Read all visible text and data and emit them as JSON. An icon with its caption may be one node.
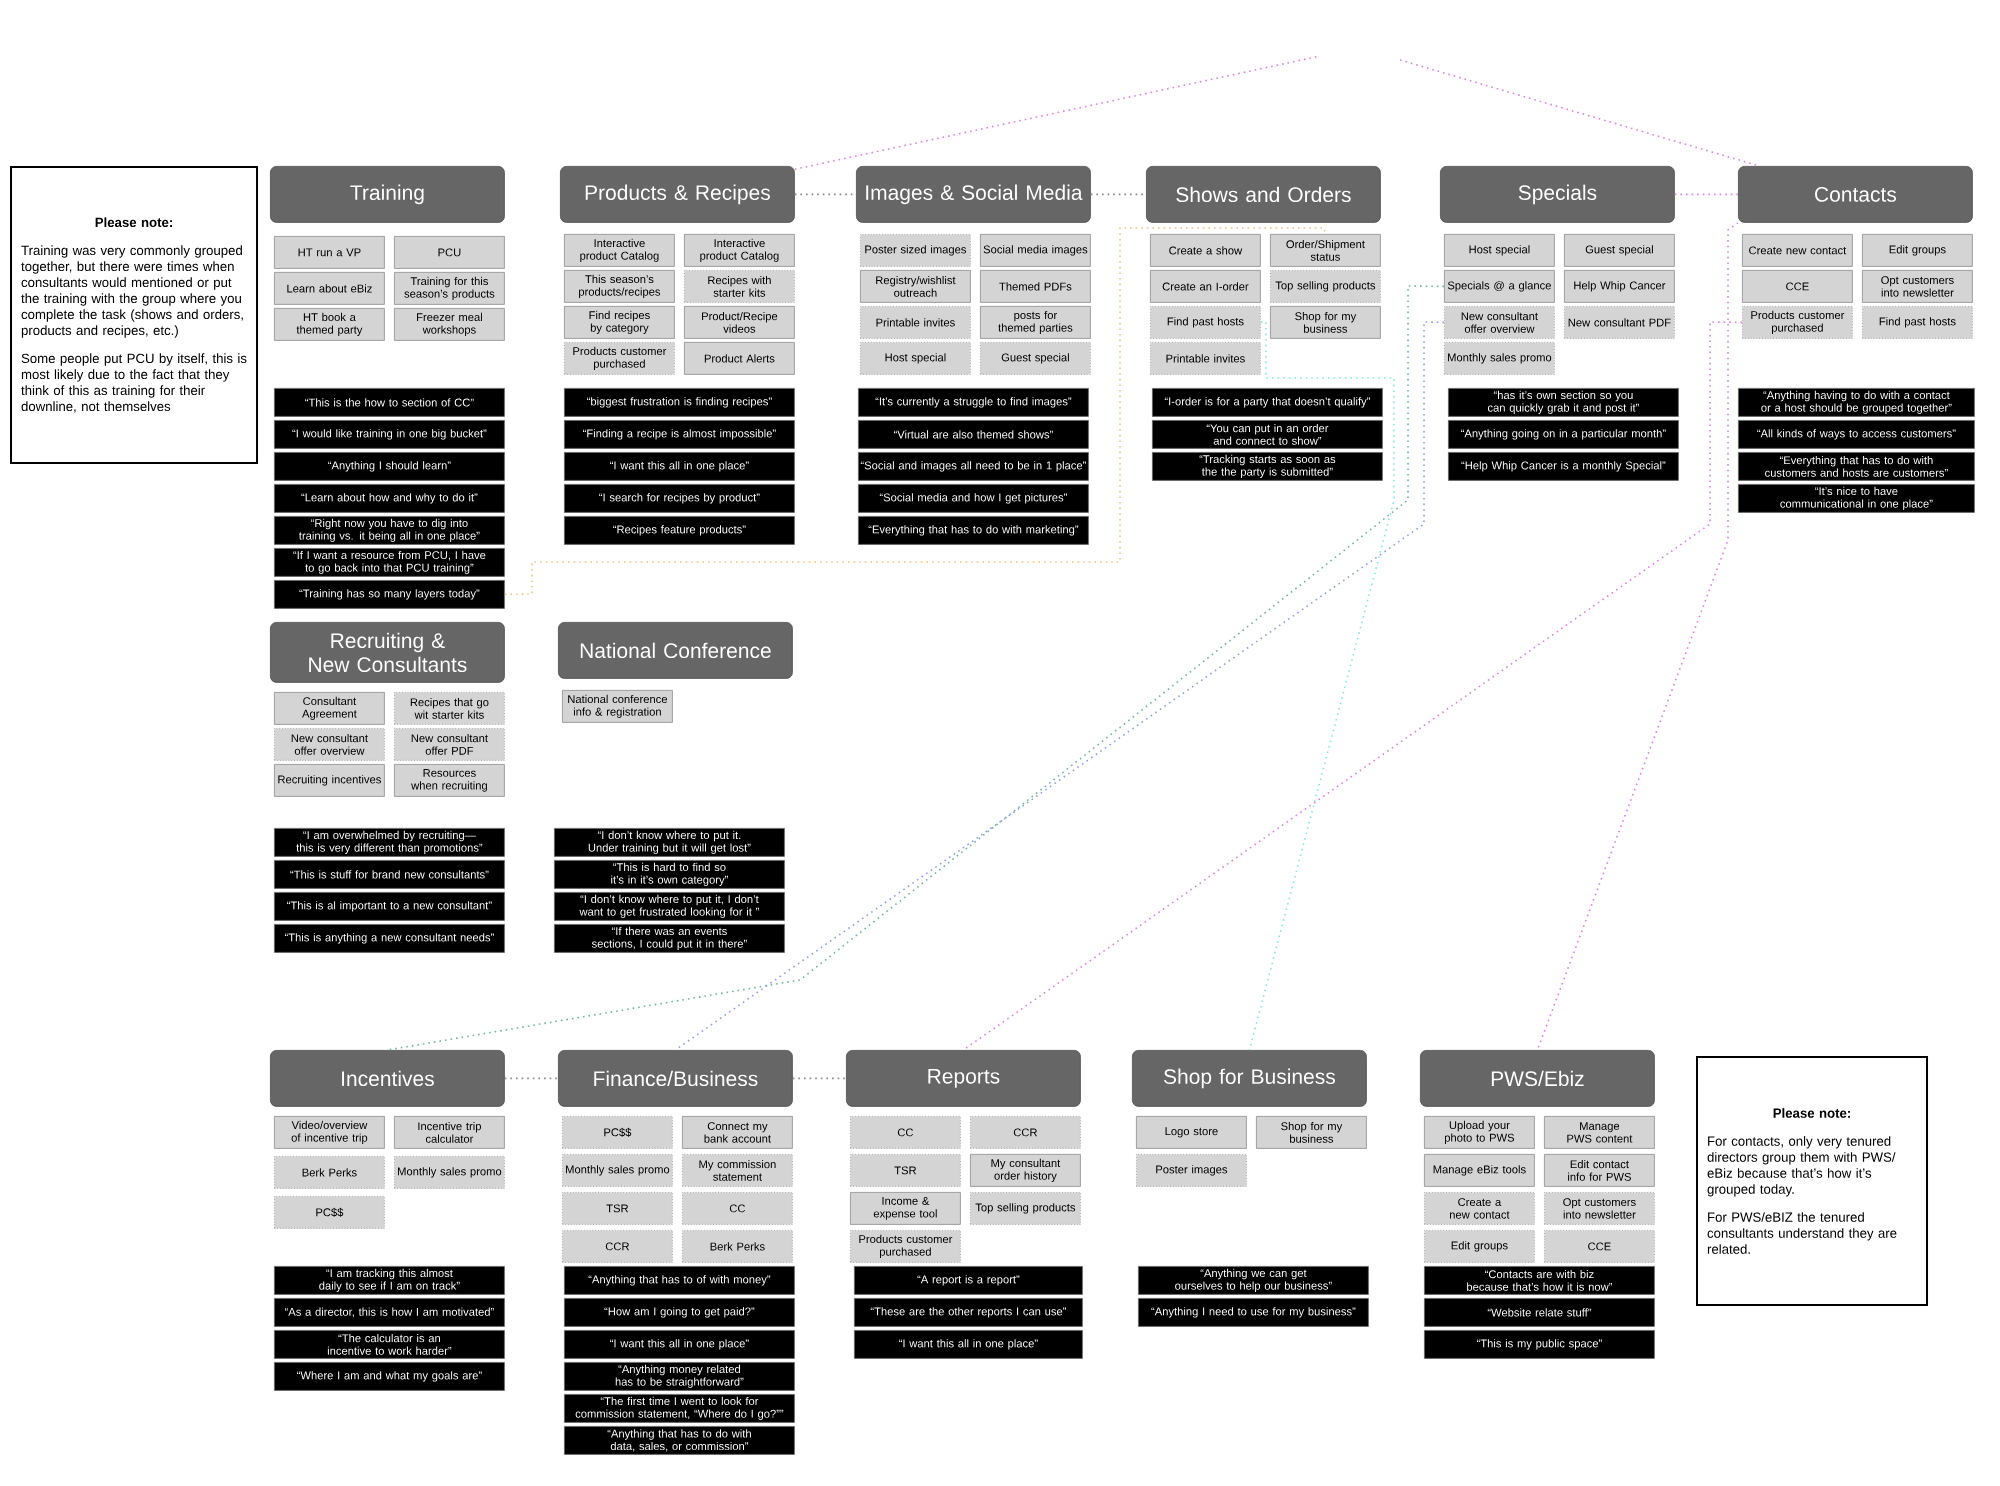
{
  "diagram": {
    "nodes": [
      {
        "text": [
          "Please note:",
          "Training was very commonly grouped together, but there were times when consultants would mentioned or put the training with the group where you complete the task (shows and orders, products and recipes, etc.)",
          "Some people put PCU by itself, this is most likely due to the fact that they think of this as training for their downline, not themselves"
        ]
      },
      {
        "text": [
          "Training"
        ]
      },
      {
        "text": [
          "HT run a VP"
        ]
      },
      {
        "text": [
          "PCU"
        ]
      },
      {
        "text": [
          "Learn about eBiz"
        ]
      },
      {
        "text": [
          "Training for this season’s products"
        ]
      },
      {
        "text": [
          "HT book a themed party"
        ]
      },
      {
        "text": [
          "Freezer meal workshops"
        ]
      },
      {
        "text": [
          "“This is the how to section of CC”"
        ]
      },
      {
        "text": [
          "“I would like training in one big bucket”"
        ]
      },
      {
        "text": [
          "“Anything I should learn”"
        ]
      },
      {
        "text": [
          "“Learn about how and why to do it”"
        ]
      },
      {
        "text": [
          "“Right now you have to dig into training vs. it being all in one place”"
        ]
      },
      {
        "text": [
          "“If I want a resource from PCU, I have to go back into that PCU training”"
        ]
      },
      {
        "text": [
          "“Training has so many layers today”"
        ]
      },
      {
        "text": [
          "Products & Recipes"
        ]
      },
      {
        "text": [
          "Interactive product Catalog"
        ]
      },
      {
        "text": [
          "Interactive product Catalog"
        ]
      },
      {
        "text": [
          "This season’s products/recipes"
        ]
      },
      {
        "text": [
          "Recipes with starter kits"
        ]
      },
      {
        "text": [
          "Find recipes by category"
        ]
      },
      {
        "text": [
          "Product/Recipe videos"
        ]
      },
      {
        "text": [
          "Products customer purchased"
        ]
      },
      {
        "text": [
          "Product Alerts"
        ]
      },
      {
        "text": [
          "“biggest frustration is finding recipes”"
        ]
      },
      {
        "text": [
          "“Finding a recipe is almost impossible”"
        ]
      },
      {
        "text": [
          "“I want this all in one place”"
        ]
      },
      {
        "text": [
          "“I search for recipes by product”"
        ]
      },
      {
        "text": [
          "“Recipes feature products”"
        ]
      },
      {
        "text": [
          "Images & Social Media"
        ]
      },
      {
        "text": [
          "Poster sized images"
        ]
      },
      {
        "text": [
          "Social media images"
        ]
      },
      {
        "text": [
          "Registry/wishlist outreach"
        ]
      },
      {
        "text": [
          "Themed PDFs"
        ]
      },
      {
        "text": [
          "Printable invites"
        ]
      },
      {
        "text": [
          "posts for themed parties"
        ]
      },
      {
        "text": [
          "Host special"
        ]
      },
      {
        "text": [
          "Guest special"
        ]
      },
      {
        "text": [
          "“It’s currently a struggle to find images”"
        ]
      },
      {
        "text": [
          "“Virtual are also themed shows”"
        ]
      },
      {
        "text": [
          "“Social and images all need to be in 1 place”"
        ]
      },
      {
        "text": [
          "“Social media and how I get pictures”"
        ]
      },
      {
        "text": [
          "“Everything that has to do with marketing”"
        ]
      },
      {
        "text": [
          "Shows and Orders"
        ]
      },
      {
        "text": [
          "Create a show"
        ]
      },
      {
        "text": [
          "Order/Shipment status"
        ]
      },
      {
        "text": [
          "Create an I-order"
        ]
      },
      {
        "text": [
          "Top selling products"
        ]
      },
      {
        "text": [
          "Find past hosts"
        ]
      },
      {
        "text": [
          "Shop for my business"
        ]
      },
      {
        "text": [
          "Printable invites"
        ]
      },
      {
        "text": [
          "“I-order is for a party that doesn’t qualify”"
        ]
      },
      {
        "text": [
          "“You can put in an order and connect to show”"
        ]
      },
      {
        "text": [
          "“Tracking starts as soon as the the party is submitted”"
        ]
      },
      {
        "text": [
          "Specials"
        ]
      },
      {
        "text": [
          "Host special"
        ]
      },
      {
        "text": [
          "Guest special"
        ]
      },
      {
        "text": [
          "Specials @ a glance"
        ]
      },
      {
        "text": [
          "Help Whip Cancer"
        ]
      },
      {
        "text": [
          "New consultant offer overview"
        ]
      },
      {
        "text": [
          "New consultant PDF"
        ]
      },
      {
        "text": [
          "Monthly sales promo"
        ]
      },
      {
        "text": [
          "“has it’s own section so you can quickly grab it and post it”"
        ]
      },
      {
        "text": [
          "“Anything going on in a particular month”"
        ]
      },
      {
        "text": [
          "“Help Whip Cancer is a monthly Special”"
        ]
      },
      {
        "text": [
          "Contacts"
        ]
      },
      {
        "text": [
          "Create new contact"
        ]
      },
      {
        "text": [
          "Edit groups"
        ]
      },
      {
        "text": [
          "CCE"
        ]
      },
      {
        "text": [
          "Opt customers into newsletter"
        ]
      },
      {
        "text": [
          "Products customer purchased"
        ]
      },
      {
        "text": [
          "Find past hosts"
        ]
      },
      {
        "text": [
          "“Anything having to do with a contact or a host should be grouped together”"
        ]
      },
      {
        "text": [
          "“All kinds of ways to access customers”"
        ]
      },
      {
        "text": [
          "“Everything that has to do with customers and hosts are customers”"
        ]
      },
      {
        "text": [
          "“It’s nice to have communicational in one place”"
        ]
      },
      {
        "text": [
          "Recruiting & New Consultants"
        ]
      },
      {
        "text": [
          "Consultant Agreement"
        ]
      },
      {
        "text": [
          "Recipes that go wit starter kits"
        ]
      },
      {
        "text": [
          "New consultant offer overview"
        ]
      },
      {
        "text": [
          "New consultant offer PDF"
        ]
      },
      {
        "text": [
          "Recruiting incentives"
        ]
      },
      {
        "text": [
          "Resources when recruiting"
        ]
      },
      {
        "text": [
          "“I am overwhelmed by recruiting—this is very different than promotions”"
        ]
      },
      {
        "text": [
          "“This is stuff for brand new consultants”"
        ]
      },
      {
        "text": [
          "“This is al important to a new consultant”"
        ]
      },
      {
        "text": [
          "“This is anything a new consultant needs”"
        ]
      },
      {
        "text": [
          "National Conference"
        ]
      },
      {
        "text": [
          "National conference info & registration"
        ]
      },
      {
        "text": [
          "“I don’t know where to put it. Under training but it will get lost”"
        ]
      },
      {
        "text": [
          "“This is hard to find so it’s in it’s own category”"
        ]
      },
      {
        "text": [
          "“I don’t know where to put it, I don’t want to get frustrated looking for it ”"
        ]
      },
      {
        "text": [
          "“If there was an events sections, I could put it in there”"
        ]
      },
      {
        "text": [
          "Incentives"
        ]
      },
      {
        "text": [
          "Video/overview of incentive trip"
        ]
      },
      {
        "text": [
          "Incentive trip calculator"
        ]
      },
      {
        "text": [
          "Berk Perks"
        ]
      },
      {
        "text": [
          "Monthly sales promo"
        ]
      },
      {
        "text": [
          "PC$$"
        ]
      },
      {
        "text": [
          "“I am tracking this almost daily to see if I am on track”"
        ]
      },
      {
        "text": [
          "“As a director, this is how I am motivated”"
        ]
      },
      {
        "text": [
          "“The calculator is an incentive to work harder”"
        ]
      },
      {
        "text": [
          "“Where I am and what my goals are”"
        ]
      },
      {
        "text": [
          "Finance/Business"
        ]
      },
      {
        "text": [
          "PC$$"
        ]
      },
      {
        "text": [
          "Connect my bank account"
        ]
      },
      {
        "text": [
          "Monthly sales promo"
        ]
      },
      {
        "text": [
          "My commission statement"
        ]
      },
      {
        "text": [
          "TSR"
        ]
      },
      {
        "text": [
          "CC"
        ]
      },
      {
        "text": [
          "CCR"
        ]
      },
      {
        "text": [
          "Berk Perks"
        ]
      },
      {
        "text": [
          "“Anything that has to of with money”"
        ]
      },
      {
        "text": [
          "“How am I going to get paid?”"
        ]
      },
      {
        "text": [
          "“I want this all in one place”"
        ]
      },
      {
        "text": [
          "“Anything money related has to be straightforward”"
        ]
      },
      {
        "text": [
          "“The first time I went to look for commission statement, “Where do I go?””"
        ]
      },
      {
        "text": [
          "“Anything that has to do with data, sales, or commission”"
        ]
      },
      {
        "text": [
          "Reports"
        ]
      },
      {
        "text": [
          "CC"
        ]
      },
      {
        "text": [
          "CCR"
        ]
      },
      {
        "text": [
          "TSR"
        ]
      },
      {
        "text": [
          "My consultant order history"
        ]
      },
      {
        "text": [
          "Income & expense tool"
        ]
      },
      {
        "text": [
          "Top selling products"
        ]
      },
      {
        "text": [
          "Products customer purchased"
        ]
      },
      {
        "text": [
          "“A report is a report”"
        ]
      },
      {
        "text": [
          "“These are the other reports I can use”"
        ]
      },
      {
        "text": [
          "“I want this all in one place”"
        ]
      },
      {
        "text": [
          "Shop for Business"
        ]
      },
      {
        "text": [
          "Logo store"
        ]
      },
      {
        "text": [
          "Shop for my business"
        ]
      },
      {
        "text": [
          "Poster images"
        ]
      },
      {
        "text": [
          "“Anything we can get ourselves to help our business”"
        ]
      },
      {
        "text": [
          "“Anything I need to use for my business”"
        ]
      },
      {
        "text": [
          "PWS/Ebiz"
        ]
      },
      {
        "text": [
          "Upload your photo to PWS"
        ]
      },
      {
        "text": [
          "Manage PWS content"
        ]
      },
      {
        "text": [
          "Manage eBiz tools"
        ]
      },
      {
        "text": [
          "Edit contact info for PWS"
        ]
      },
      {
        "text": [
          "Create a new contact"
        ]
      },
      {
        "text": [
          "Opt customers into newsletter"
        ]
      },
      {
        "text": [
          "Edit groups"
        ]
      },
      {
        "text": [
          "CCE"
        ]
      },
      {
        "text": [
          "“Contacts are with biz because that’s how it is now”"
        ]
      },
      {
        "text": [
          "“Website relate stuff”"
        ]
      },
      {
        "text": [
          "“This is my public space”"
        ]
      },
      {
        "text": [
          "Please note:",
          "For contacts, only very tenured directors group them with PWS/ eBiz because that’s how it’s grouped today.",
          "For PWS/eBIZ the tenured consultants understand they are related."
        ]
      }
    ],
    "edges": [
      {
        "from": 15,
        "to": 29,
        "arrow": "none",
        "color": "#888888"
      },
      {
        "from": 29,
        "to": 43,
        "arrow": "none",
        "color": "#888888"
      },
      {
        "from": 54,
        "to": 65,
        "arrow": "none",
        "color": "#e27be8"
      },
      {
        "from": 93,
        "to": 103,
        "arrow": "none",
        "color": "#888888"
      },
      {
        "from": 103,
        "to": 118,
        "arrow": "none",
        "color": "#888888"
      },
      {
        "from": 48,
        "to": 129,
        "arrow": "none",
        "color": "#7ee8e8"
      },
      {
        "from": 57,
        "to": 93,
        "arrow": "none",
        "color": "#6fb59a"
      },
      {
        "from": 59,
        "to": 103,
        "arrow": "none",
        "color": "#8c9cf0"
      },
      {
        "from": 70,
        "to": 118,
        "arrow": "none",
        "color": "#e27be8"
      },
      {
        "from": 65,
        "to": 135,
        "arrow": "none",
        "color": "#e27be8"
      },
      {
        "from": 14,
        "to": 45,
        "arrow": "none",
        "color": "#f5c27a"
      },
      {
        "from": 15,
        "to": null,
        "arrow": "none",
        "color": "#e27be8"
      },
      {
        "from": null,
        "to": 65,
        "arrow": "none",
        "color": "#e27be8"
      }
    ]
  }
}
